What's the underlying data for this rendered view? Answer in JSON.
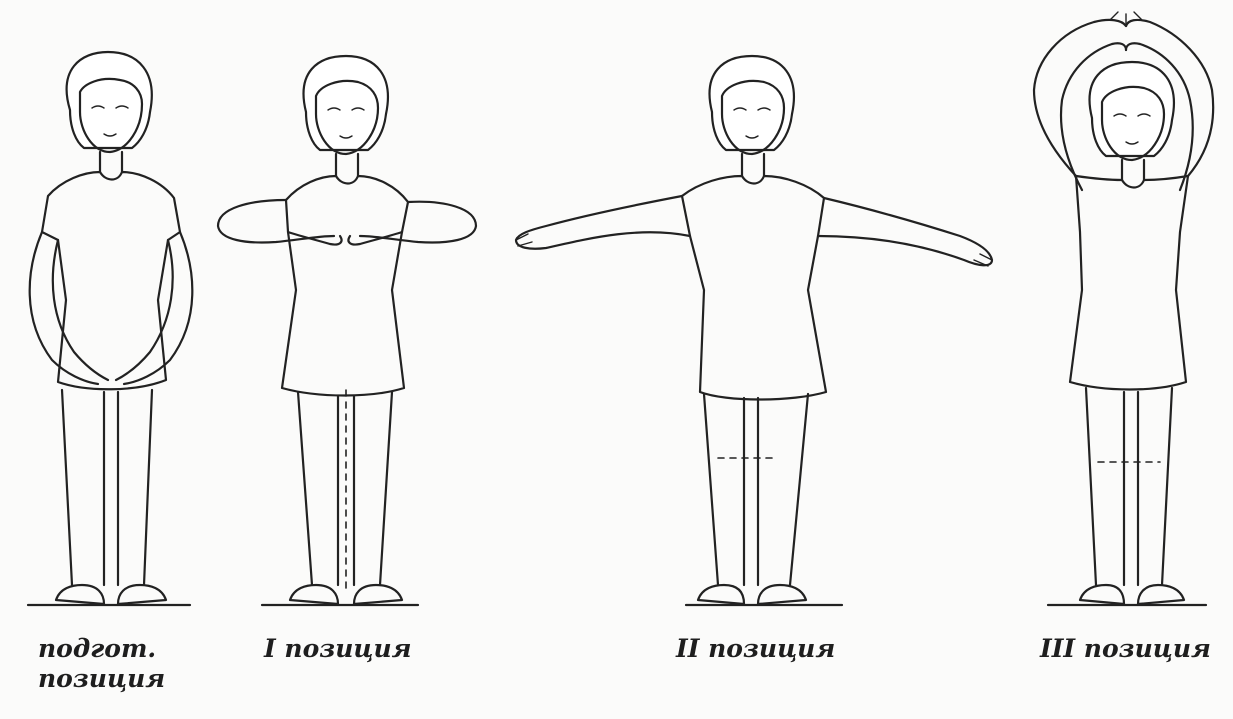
{
  "captions": {
    "prep": {
      "line1": "подгот.",
      "line2": "позиция"
    },
    "first": "I позиция",
    "second": "II позиция",
    "third": "III позиция"
  },
  "colors": {
    "ink": "#222222",
    "paper": "#fbfbfa"
  }
}
